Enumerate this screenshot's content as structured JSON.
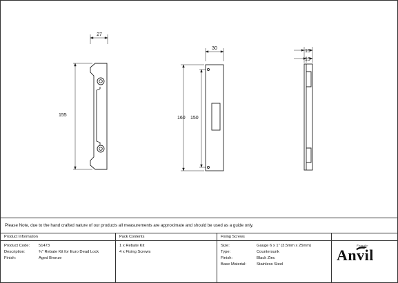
{
  "dimensions": {
    "front_width": "27",
    "front_height": "155",
    "side_width": "30",
    "side_height_outer": "160",
    "side_height_inner": "150",
    "edge_outer": "15",
    "edge_inner": "13"
  },
  "note": "Please Note, due to the hand crafted nature of our products all measurements are approximate and should be used as a guide only.",
  "product_information": {
    "heading": "Product Information",
    "rows": [
      {
        "label": "Product Code:",
        "value": "51473"
      },
      {
        "label": "Description:",
        "value": "¾\" Rebate Kit for Euro Dead Lock"
      },
      {
        "label": "Finish:",
        "value": "Aged Bronze"
      }
    ]
  },
  "pack_contents": {
    "heading": "Pack Contents",
    "items": [
      "1 x Rebate Kit",
      "4 x Fixing Screws"
    ]
  },
  "fixing_screws": {
    "heading": "Fixing Screws",
    "rows": [
      {
        "label": "Size:",
        "value": "Gauge 6 x 1\" (3.5mm x 25mm)"
      },
      {
        "label": "Type:",
        "value": "Countersunk"
      },
      {
        "label": "Finish:",
        "value": "Black Zinc"
      },
      {
        "label": "Base Material:",
        "value": "Stainless Steel"
      }
    ]
  },
  "brand": {
    "name": "Anvil",
    "tagline": "From the"
  }
}
